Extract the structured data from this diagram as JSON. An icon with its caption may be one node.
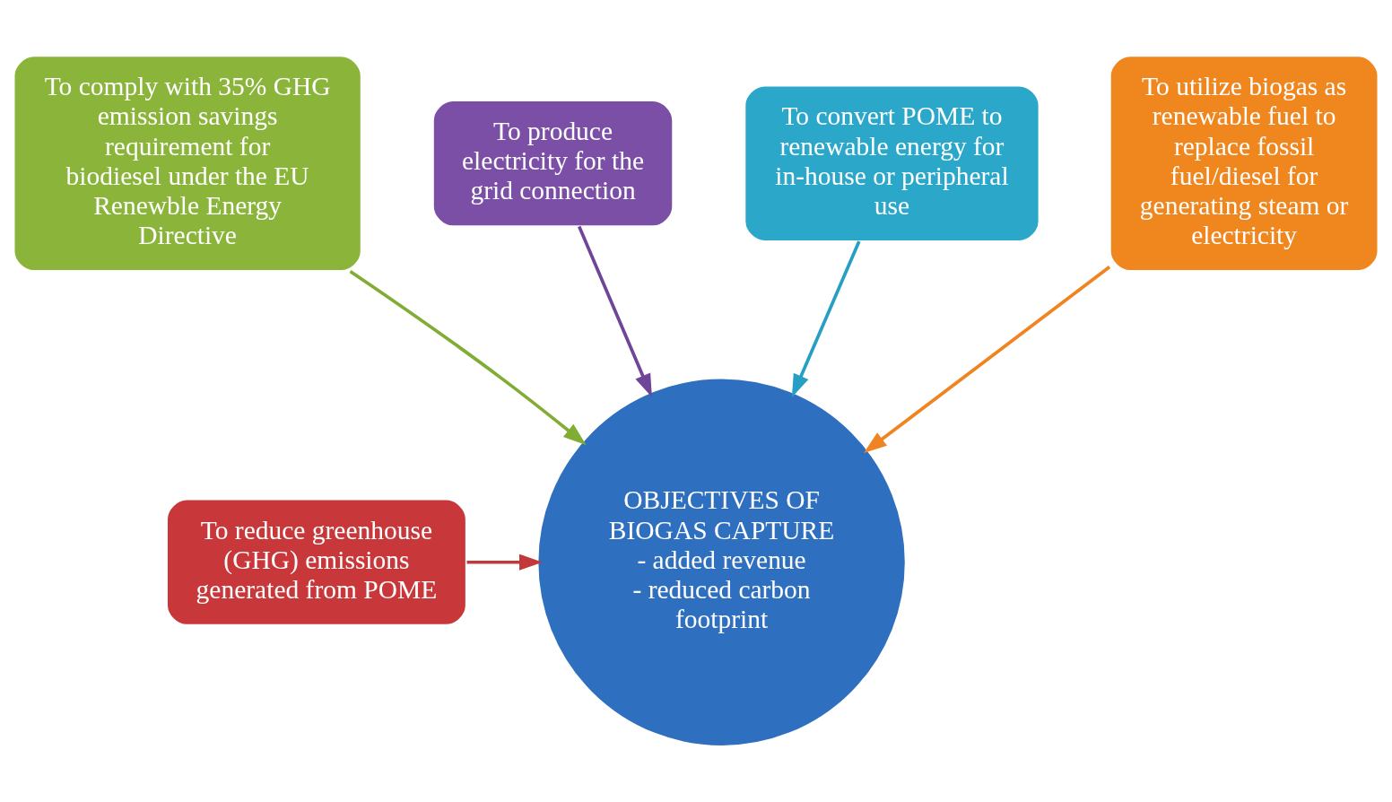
{
  "diagram": {
    "nodes": [
      {
        "text": [
          "To produce electricity for the grid connection"
        ]
      },
      {
        "text": [
          "To comply with 35% GHG emission savings requirement for biodiesel under the EU Renewble Energy Directive"
        ]
      },
      {
        "text": [
          "To convert POME to renewable energy for in-house or peripheral use"
        ]
      },
      {
        "text": [
          "To reduce greenhouse (GHG) emissions generated from POME"
        ]
      },
      {
        "text": [
          "OBJECTIVES OF BIOGAS CAPTURE",
          "- added revenue",
          "- reduced carbon footprint"
        ]
      },
      {
        "text": [
          "To utilize biogas as renewable fuel to replace fossil fuel/diesel for generating steam or electricity"
        ]
      }
    ],
    "edges": [
      {
        "from": 0,
        "to": 4,
        "arrow": "to",
        "color": "#6e4597"
      },
      {
        "from": 1,
        "to": 4,
        "arrow": "to",
        "color": "#82ad35"
      },
      {
        "from": 2,
        "to": 4,
        "arrow": "to",
        "color": "#259fc2"
      },
      {
        "from": 3,
        "to": 4,
        "arrow": "to",
        "color": "#c3383a"
      },
      {
        "from": 5,
        "to": 4,
        "arrow": "to",
        "color": "#ef8420"
      }
    ]
  }
}
